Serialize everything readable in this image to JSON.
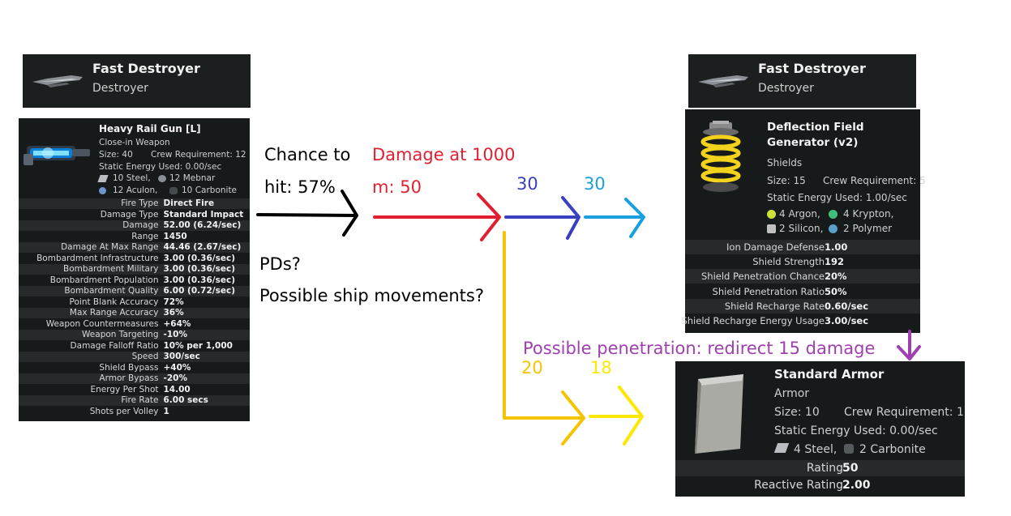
{
  "left_ship": {
    "name": "Fast Destroyer",
    "class": "Destroyer"
  },
  "right_ship": {
    "name": "Fast Destroyer",
    "class": "Destroyer"
  },
  "weapon": {
    "name": "Heavy Rail Gun [L]",
    "type": "Close-in Weapon",
    "size": "Size: 40",
    "crew": "Crew Requirement: 12",
    "energy": "Static Energy Used: 0.00/sec",
    "res1a": "10 Steel,",
    "res1b": "12 Mebnar",
    "res2a": "12 Aculon,",
    "res2b": "10 Carbonite",
    "stats": [
      {
        "label": "Fire Type",
        "value": "Direct Fire"
      },
      {
        "label": "Damage Type",
        "value": "Standard Impact"
      },
      {
        "label": "Damage",
        "value": "52.00 (6.24/sec)"
      },
      {
        "label": "Range",
        "value": "1450"
      },
      {
        "label": "Damage At Max Range",
        "value": "44.46 (2.67/sec)"
      },
      {
        "label": "Bombardment Infrastructure",
        "value": "3.00 (0.36/sec)"
      },
      {
        "label": "Bombardment Military",
        "value": "3.00 (0.36/sec)"
      },
      {
        "label": "Bombardment Population",
        "value": "3.00 (0.36/sec)"
      },
      {
        "label": "Bombardment Quality",
        "value": "6.00 (0.72/sec)"
      },
      {
        "label": "Point Blank Accuracy",
        "value": "72%"
      },
      {
        "label": "Max Range Accuracy",
        "value": "36%"
      },
      {
        "label": "Weapon Countermeasures",
        "value": "+64%"
      },
      {
        "label": "Weapon Targeting",
        "value": "-10%"
      },
      {
        "label": "Damage Falloff Ratio",
        "value": "10% per 1,000"
      },
      {
        "label": "Speed",
        "value": "300/sec"
      },
      {
        "label": "Shield Bypass",
        "value": "+40%"
      },
      {
        "label": "Armor Bypass",
        "value": "-20%"
      },
      {
        "label": "Energy Per Shot",
        "value": "14.00"
      },
      {
        "label": "Fire Rate",
        "value": "6.00 secs"
      },
      {
        "label": "Shots per Volley",
        "value": "1"
      }
    ]
  },
  "shield": {
    "name": "Deflection Field Generator (v2)",
    "type": "Shields",
    "size": "Size: 15",
    "crew": "Crew Requirement: 5",
    "energy": "Static Energy Used: 1.00/sec",
    "res1a": "4 Argon,",
    "res1b": "4 Krypton,",
    "res2a": "2 Silicon,",
    "res2b": "2 Polymer",
    "stats": [
      {
        "label": "Ion Damage Defense",
        "value": "1.00"
      },
      {
        "label": "Shield Strength",
        "value": "192"
      },
      {
        "label": "Shield Penetration Chance",
        "value": "20%"
      },
      {
        "label": "Shield Penetration Ratio",
        "value": "50%"
      },
      {
        "label": "Shield Recharge Rate",
        "value": "0.60/sec"
      },
      {
        "label": "Shield Recharge Energy Usage",
        "value": "3.00/sec"
      }
    ]
  },
  "armor": {
    "name": "Standard Armor",
    "type": "Armor",
    "size": "Size: 10",
    "crew": "Crew Requirement: 1",
    "energy": "Static Energy Used: 0.00/sec",
    "res1a": "4 Steel,",
    "res1b": "2 Carbonite",
    "stats": [
      {
        "label": "Rating",
        "value": "50"
      },
      {
        "label": "Reactive Rating",
        "value": "2.00"
      }
    ]
  },
  "annotations": {
    "chance_line1": "Chance to",
    "chance_line2": "hit: 57%",
    "damage_line1": "Damage at 1000",
    "damage_line2": "m: 50",
    "num_30a": "30",
    "num_30b": "30",
    "pds": "PDs?",
    "movements": "Possible ship movements?",
    "penetration": "Possible penetration: redirect 15 damage",
    "num_20": "20",
    "num_18": "18"
  },
  "colors": {
    "black": "#000000",
    "red": "#e02030",
    "blue": "#3a3fc0",
    "cyan": "#1aa0e0",
    "yellow": "#f5c400",
    "bright_yellow": "#ffe800",
    "purple": "#a040b0"
  }
}
